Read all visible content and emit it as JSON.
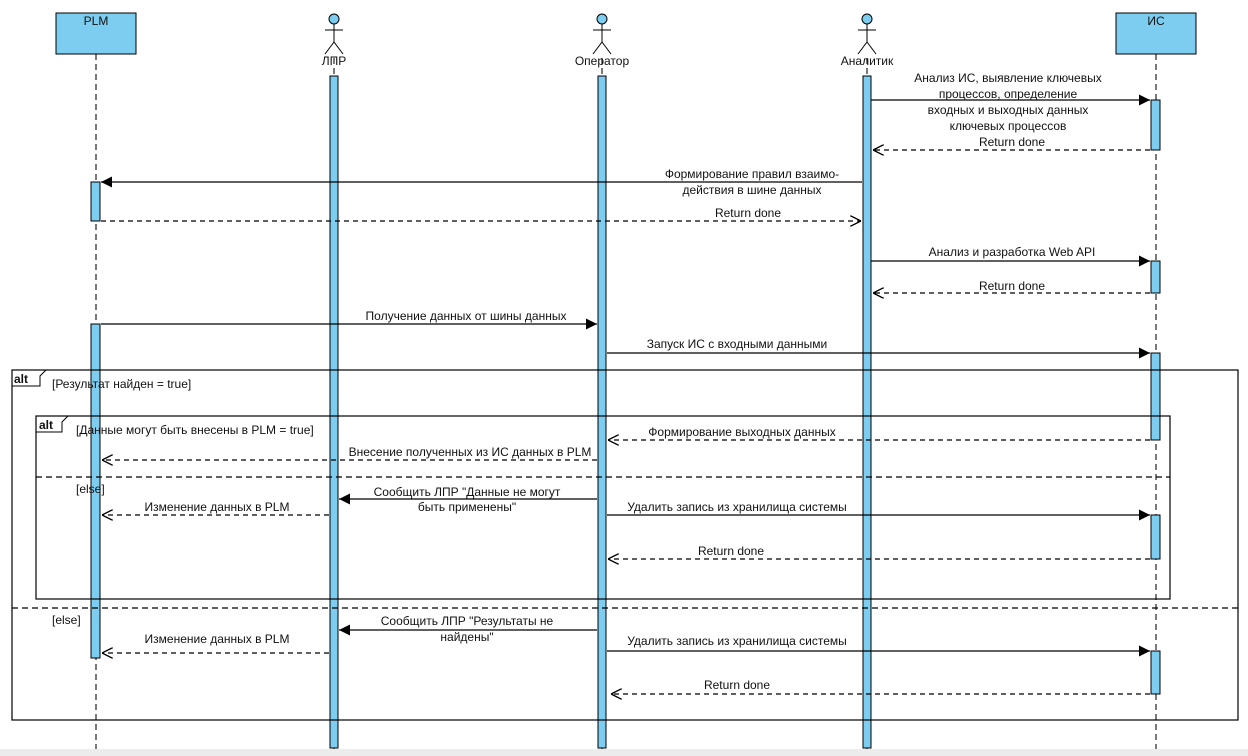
{
  "colors": {
    "participant_fill": "#7dcdf0",
    "line": "#000000",
    "activation_fill": "#7dcdf0"
  },
  "participants": {
    "plm": {
      "label": "PLM",
      "kind": "box"
    },
    "lpr": {
      "label": "ЛПР",
      "kind": "actor"
    },
    "operator": {
      "label": "Оператор",
      "kind": "actor"
    },
    "analyst": {
      "label": "Аналитик",
      "kind": "actor"
    },
    "is": {
      "label": "ИС",
      "kind": "box"
    }
  },
  "messages": {
    "m1": [
      "Анализ ИС, выявление ключевых",
      "процессов, определение",
      "входных и выходных данных",
      "ключевых процессов"
    ],
    "m2": "Return done",
    "m3": [
      "Формирование правил взаимо-",
      "действия в шине данных"
    ],
    "m4": "Return done",
    "m5": "Анализ и разработка Web API",
    "m6": "Return done",
    "m7": "Получение данных от шины данных",
    "m8": "Запуск ИС с входными данными",
    "m9": "Формирование выходных данных",
    "m10": "Внесение полученных из ИС данных в PLM",
    "m11": [
      "Сообщить ЛПР \"Данные не могут",
      "быть применены\""
    ],
    "m12": "Изменение данных в PLM",
    "m13": "Удалить запись из хранилища системы",
    "m14": "Return done",
    "m15": [
      "Сообщить ЛПР \"Результаты не",
      "найдены\""
    ],
    "m16": "Изменение данных в PLM",
    "m17": "Удалить запись из хранилища системы",
    "m18": "Return done"
  },
  "fragments": {
    "outer": {
      "keyword": "alt",
      "guard": "[Результат найден = true]",
      "else_guard": "[else]"
    },
    "inner": {
      "keyword": "alt",
      "guard": "[Данные могут быть внесены в PLM = true]",
      "else_guard": "[else]"
    }
  }
}
